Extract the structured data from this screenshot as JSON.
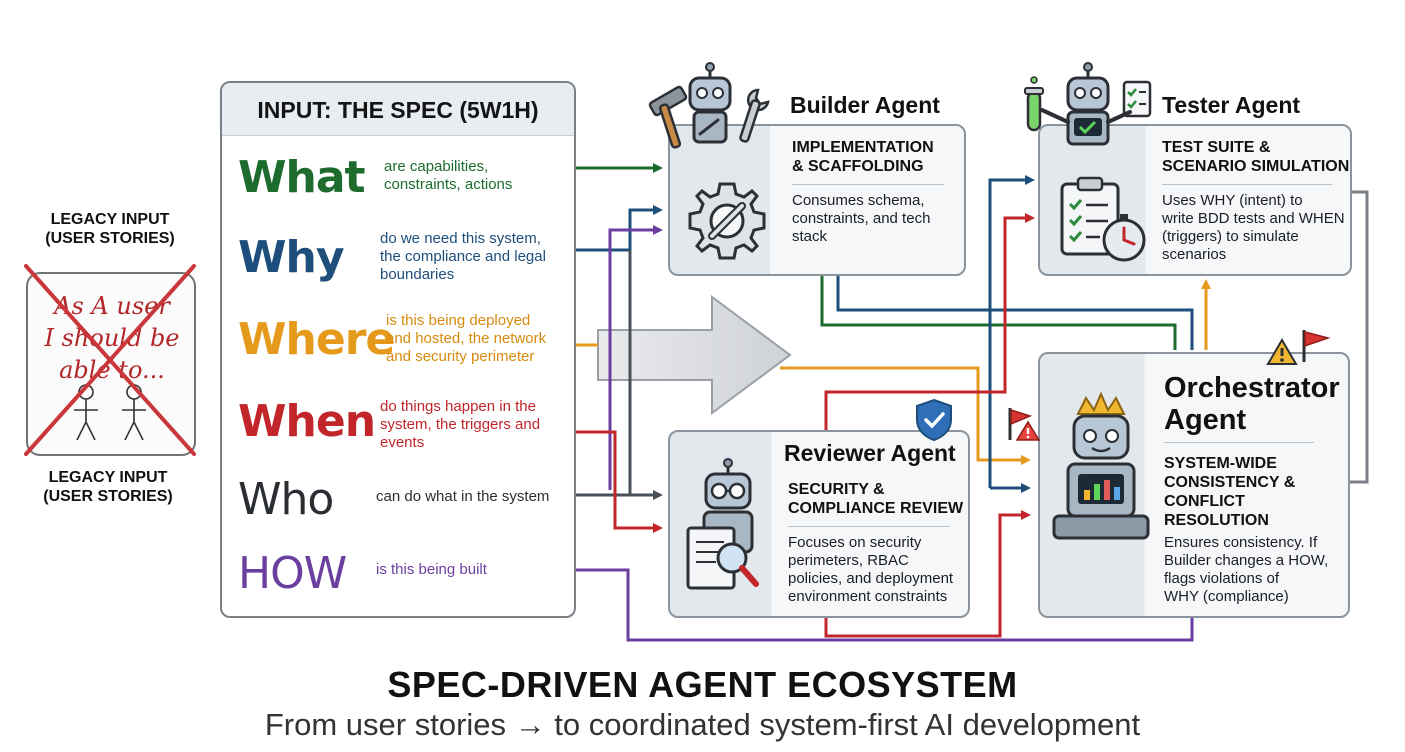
{
  "colors": {
    "what": "#1e6b2e",
    "why": "#1d4e7c",
    "where": "#e59a1c",
    "when": "#c2262b",
    "who": "#2a2e33",
    "how": "#6b3fa0",
    "card_border": "#8b949c",
    "cross": "#c9373b"
  },
  "legacy": {
    "top_label": "LEGACY INPUT\n(USER STORIES)",
    "card_text": "As A user\nI should be\nable to...",
    "bottom_label": "LEGACY INPUT\n(USER STORIES)"
  },
  "spec": {
    "title": "INPUT: THE SPEC (5W1H)",
    "items": [
      {
        "word": "What",
        "desc": "are capabilities,\nconstraints, actions"
      },
      {
        "word": "Why",
        "desc": "do we need this system,\nthe compliance and legal\nboundaries"
      },
      {
        "word": "Where",
        "desc": "is this being deployed\nand hosted, the network\nand security perimeter"
      },
      {
        "word": "When",
        "desc": "do things happen in the\nsystem, the triggers and\nevents"
      },
      {
        "word": "Who",
        "desc": "can do what in the system"
      },
      {
        "word": "HOW",
        "desc": "is this being built"
      }
    ]
  },
  "agents": {
    "builder": {
      "title": "Builder Agent",
      "subtitle": "IMPLEMENTATION\n& SCAFFOLDING",
      "desc": "Consumes schema,\nconstraints, and tech\nstack"
    },
    "tester": {
      "title": "Tester Agent",
      "subtitle": "TEST SUITE &\nSCENARIO SIMULATION",
      "desc": "Uses WHY (intent) to\nwrite BDD tests and WHEN\n(triggers) to simulate\nscenarios"
    },
    "reviewer": {
      "title": "Reviewer Agent",
      "subtitle": "SECURITY &\nCOMPLIANCE REVIEW",
      "desc": "Focuses on security\nperimeters, RBAC\npolicies, and deployment\nenvironment constraints"
    },
    "orchestrator": {
      "title": "Orchestrator\nAgent",
      "subtitle": "SYSTEM-WIDE\nCONSISTENCY &\nCONFLICT\nRESOLUTION",
      "desc": "Ensures consistency. If\nBuilder changes a HOW,\nflags violations of\nWHY (compliance)"
    }
  },
  "icons": {
    "builder": [
      "robot-icon",
      "hammer-icon",
      "wrench-icon",
      "gear-wrench-icon"
    ],
    "tester": [
      "robot-icon",
      "test-tube-icon",
      "checklist-icon",
      "clipboard-stopwatch-icon"
    ],
    "reviewer": [
      "robot-icon",
      "shield-check-icon",
      "document-magnifier-icon"
    ],
    "orchestrator": [
      "crowned-robot-icon",
      "warning-icon",
      "red-flag-icon"
    ]
  },
  "footer": {
    "title": "SPEC-DRIVEN AGENT ECOSYSTEM",
    "subtitle": "From user stories → to coordinated system-first AI development"
  }
}
